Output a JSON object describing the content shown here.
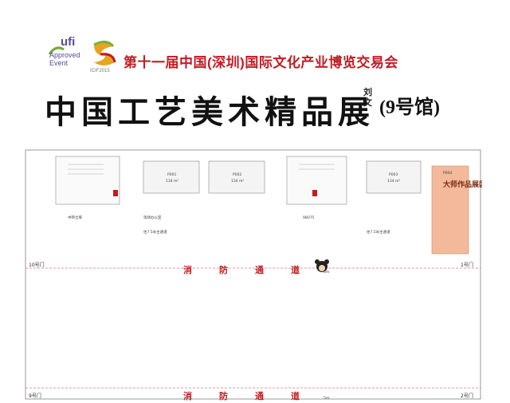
{
  "header": {
    "ufi_word": "ufi",
    "ufi_line1": "Approved",
    "ufi_line2": "Event",
    "icif_text": "ICIF2015",
    "fair_title": "第十一届中国(深圳)国际文化产业博览交易会",
    "main_title": "中国工艺美术精品展",
    "signature": "刘文",
    "hall_label": "(9号馆)"
  },
  "floor": {
    "lane_top": "消防通道",
    "lane_bottom": "消防通道",
    "lane_width_top": "5m",
    "lane_width_bottom": "5m",
    "main_passage_left": "往7.5米主通道",
    "main_passage_right": "往7.5米主通道",
    "pillars": [
      {
        "code": "P001",
        "area": "134 m²"
      },
      {
        "code": "P002",
        "area": "134 m²"
      },
      {
        "code": "P003",
        "area": "134 m²"
      }
    ],
    "master_zone": {
      "code": "P004",
      "text": "大师作品展区"
    },
    "rooms": [
      "中转仓库",
      "现场办公室",
      "9B075"
    ],
    "gates": [
      "10号门",
      "9号门",
      "1号门",
      "2号门"
    ],
    "colors": {
      "accent": "#c41b22",
      "booth": "#eef0f7",
      "master": "#f4b89a"
    },
    "icons": [
      "fire-extinguisher-icon",
      "mascot-icon",
      "arrow-icon",
      "stair-icon"
    ]
  }
}
